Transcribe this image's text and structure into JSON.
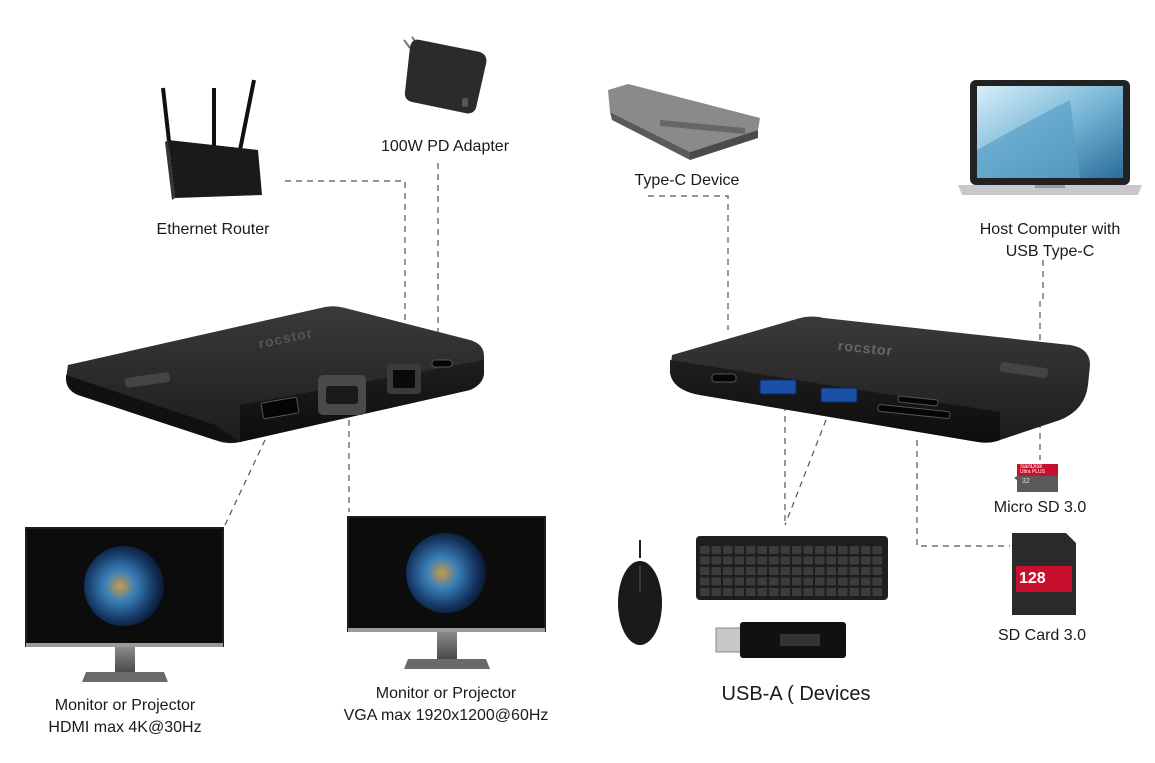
{
  "labels": {
    "ethernet_router": "Ethernet Router",
    "pd_adapter": "100W PD Adapter",
    "type_c_device": "Type-C Device",
    "host_line1": "Host Computer with",
    "host_line2": "USB Type-C",
    "micro_sd": "Micro SD 3.0",
    "sd_card": "SD Card 3.0",
    "usb_a_devices": "USB-A ( Devices",
    "hdmi_line1": "Monitor or Projector",
    "hdmi_line2": "HDMI max 4K@30Hz",
    "vga_line1": "Monitor or Projector",
    "vga_line2": "VGA max 1920x1200@60Hz"
  },
  "product_marks": {
    "brand": "rocstor",
    "microsd_brand": "SanDisk",
    "microsd_line": "Ultra PLUS",
    "microsd_capacity": "32",
    "sd_capacity": "128"
  },
  "colors": {
    "device_dark": "#2a2a2a",
    "connector_line": "#555555",
    "sd_red": "#c8102e"
  }
}
